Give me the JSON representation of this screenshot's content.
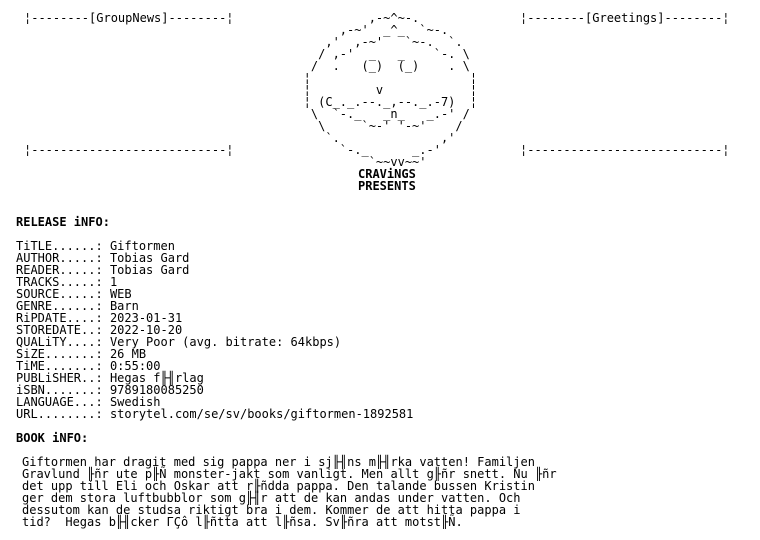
{
  "header": {
    "group_news": "¦--------[GroupNews]--------¦",
    "greetings": "¦--------[Greetings]--------¦",
    "divider": "¦---------------------------¦"
  },
  "art": {
    "face": "            ,-~^~-.\n        ,-~'  _^_  `~-.\n      ,'  ,-~'   `~-.  `.\n     / ,-'  _   _    `-. \\\n    /  .   (_)  (_)    . \\\n   ¦                      ¦\n   ¦         v            ¦\n   ¦ (C_._.--._,--._.-7)  ¦\n    \\  `-._   _n_   _.-' /\n     \\     `~-' '-~'    /\n      `.              ,'\n        `-._      _.-'\n            `~~vv~~'",
    "crew": "CRAViNGS",
    "presents": "PRESENTS"
  },
  "release": {
    "heading": "RELEASE iNFO:",
    "fields": [
      {
        "key": "TiTLE......:",
        "value": "Giftormen"
      },
      {
        "key": "AUTHOR.....:",
        "value": "Tobias Gard"
      },
      {
        "key": "READER.....:",
        "value": "Tobias Gard"
      },
      {
        "key": "TRACKS.....:",
        "value": "1"
      },
      {
        "key": "SOURCE.....:",
        "value": "WEB"
      },
      {
        "key": "GENRE......:",
        "value": "Barn"
      },
      {
        "key": "RiPDATE....:",
        "value": "2023-01-31"
      },
      {
        "key": "STOREDATE..:",
        "value": "2022-10-20"
      },
      {
        "key": "QUALiTY....:",
        "value": "Very Poor (avg. bitrate: 64kbps)"
      },
      {
        "key": "SiZE.......:",
        "value": "26 MB"
      },
      {
        "key": "TiME.......:",
        "value": "0:55:00"
      },
      {
        "key": "PUBLiSHER..:",
        "value": "Hegas f╟╢rlag"
      },
      {
        "key": "iSBN.......:",
        "value": "9789180085250"
      },
      {
        "key": "LANGUAGE...:",
        "value": "Swedish"
      },
      {
        "key": "URL........:",
        "value": "storytel.com/se/sv/books/giftormen-1892581"
      }
    ]
  },
  "book": {
    "heading": "BOOK iNFO:",
    "lines": [
      "Giftormen har dragit med sig pappa ner i sj╟╢ns m╟╢rka vatten! Familjen",
      "Gravlund ╟ñr ute p╟Ñ monster-jakt som vanligt. Men allt g╟ñr snett. Nu ╟ñr",
      "det upp till Eli och Oskar att r╟ñdda pappa. Den talande bussen Kristin",
      "ger dem stora luftbubblor som g╟╢r att de kan andas under vatten. Och",
      "dessutom kan de studsa riktigt bra i dem. Kommer de att hitta pappa i",
      "tid?  Hegas b╟╢cker ΓÇô l╟ñtta att l╟ñsa. Sv╟ñra att motst╟Ñ."
    ]
  }
}
